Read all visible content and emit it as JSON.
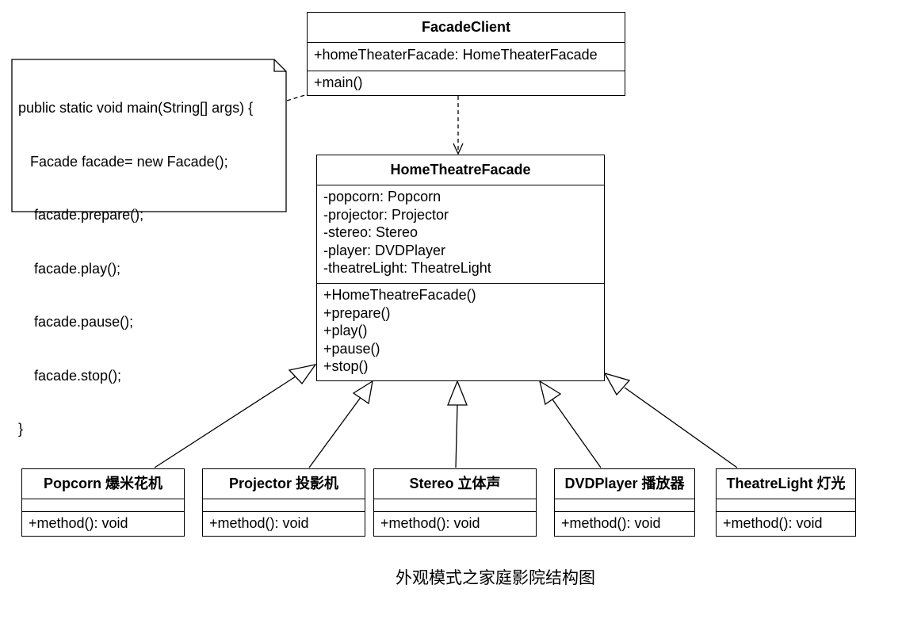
{
  "facade_client": {
    "name": "FacadeClient",
    "attributes": [
      "+homeTheaterFacade: HomeTheaterFacade"
    ],
    "methods": [
      "+main()"
    ]
  },
  "note": {
    "lines": [
      "public static void main(String[] args) {",
      "   Facade facade= new Facade();",
      "    facade.prepare();",
      "    facade.play();",
      "    facade.pause();",
      "    facade.stop();",
      "}"
    ]
  },
  "home_theatre_facade": {
    "name": "HomeTheatreFacade",
    "attributes": [
      "-popcorn: Popcorn",
      "-projector: Projector",
      "-stereo: Stereo",
      "-player: DVDPlayer",
      "-theatreLight: TheatreLight"
    ],
    "methods": [
      "+HomeTheatreFacade()",
      "+prepare()",
      "+play()",
      "+pause()",
      "+stop()"
    ]
  },
  "subsystems": [
    {
      "name": "Popcorn 爆米花机",
      "method": "+method(): void"
    },
    {
      "name": "Projector 投影机",
      "method": "+method(): void"
    },
    {
      "name": "Stereo 立体声",
      "method": "+method(): void"
    },
    {
      "name": "DVDPlayer 播放器",
      "method": "+method(): void"
    },
    {
      "name": "TheatreLight 灯光",
      "method": "+method(): void"
    }
  ],
  "caption": "外观模式之家庭影院结构图"
}
